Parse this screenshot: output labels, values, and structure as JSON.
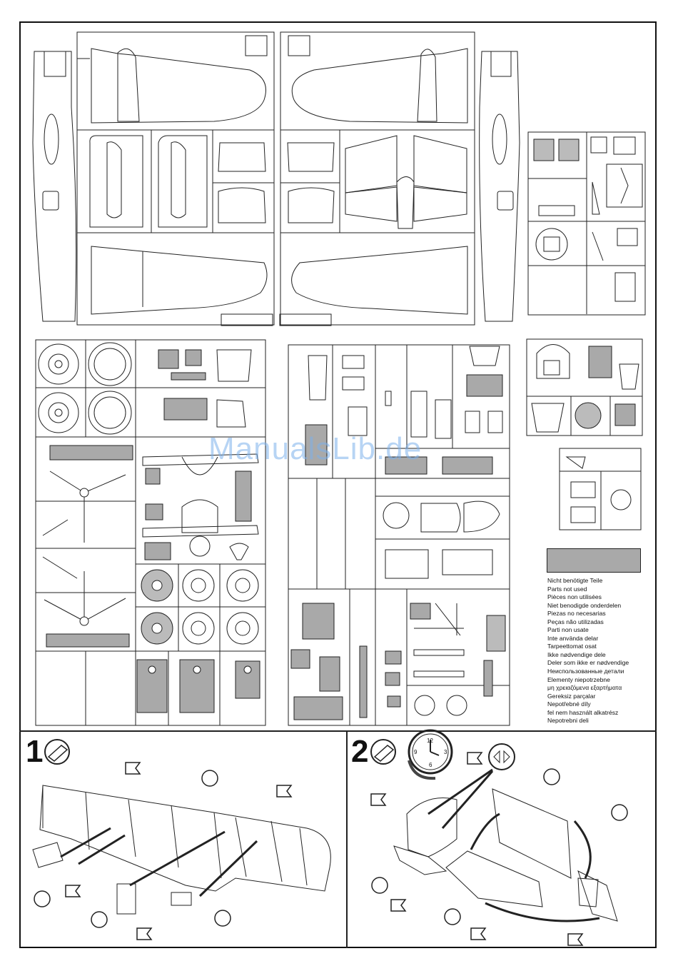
{
  "watermark": "ManualsLib.de",
  "legend": {
    "swatch_color": "#a9a9a9",
    "items": [
      "Nicht benötigte Teile",
      "Parts not used",
      "Pièces non utilisées",
      "Niet benodigde onderdelen",
      "Piezas no necesarias",
      "Peças não utilizadas",
      "Parti non usate",
      "Inte använda delar",
      "Tarpeettomat osat",
      "Ikke nødvendige dele",
      "Deler som ikke er nødvendige",
      "Неиспользованные детали",
      "Elementy niepotrzebne",
      "μη χρειαζόμενα εξαρτήματα",
      "Gereksiz parçalar",
      "Nepotřebné díly",
      "fel nem használt alkatrész",
      "Nepotrebni deli"
    ]
  },
  "steps": [
    {
      "number": "1",
      "icon": "glue-tube-icon"
    },
    {
      "number": "2",
      "icon": "glue-tube-icon",
      "extra_icons": [
        "clock-icon",
        "repeat-arrows-icon"
      ]
    }
  ],
  "clock": {
    "numerals": [
      "12",
      "3",
      "6",
      "9"
    ]
  },
  "icons": {
    "flag": "part-flag-icon",
    "circle": "part-number-circle-icon"
  }
}
